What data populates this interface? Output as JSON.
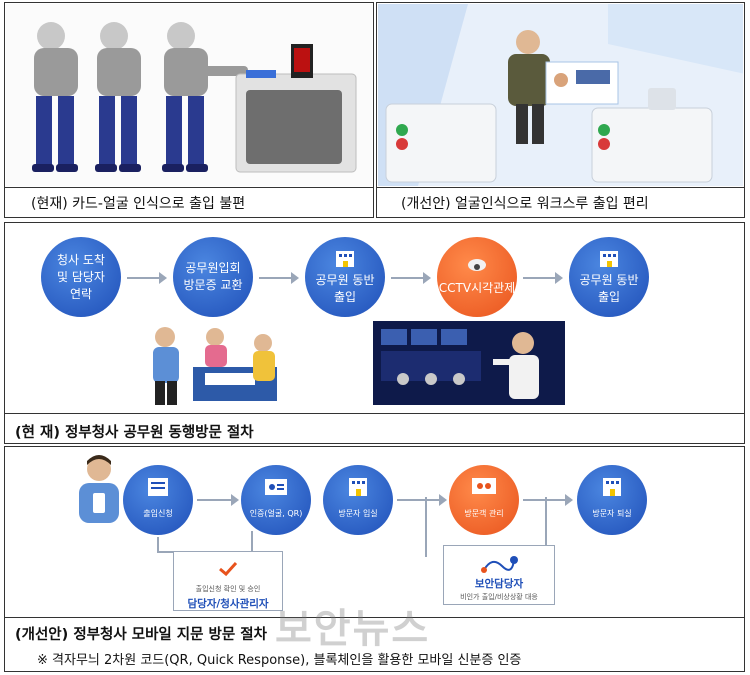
{
  "top": {
    "left_caption": "(현재) 카드-얼굴 인식으로 출입 불편",
    "right_caption": "(개선안) 얼굴인식으로 워크스루 출입 편리"
  },
  "current": {
    "steps": [
      {
        "lines": [
          "청사 도착",
          "및 담당자",
          "연락"
        ]
      },
      {
        "lines": [
          "공무원입회",
          "방문증 교환"
        ]
      },
      {
        "lines": [
          "공무원 동반",
          "출입"
        ]
      },
      {
        "lines": [
          "CCTV시각관제"
        ]
      },
      {
        "lines": [
          "공무원 동반",
          "출입"
        ]
      }
    ],
    "caption": "(현 재) 정부청사 공무원 동행방문 절차"
  },
  "improved": {
    "steps": [
      {
        "label": "출입신청"
      },
      {
        "label": "인증(얼굴, QR)"
      },
      {
        "label": "방문자 입실"
      },
      {
        "label": "방문객 관리"
      },
      {
        "label": "방문자 퇴실"
      }
    ],
    "box_left": {
      "sub": "출입신청 확인 및 승인",
      "title": "담당자/청사관리자"
    },
    "box_right": {
      "sub": "비인가 출입/비상상황 대응",
      "title": "보안담당자"
    },
    "caption": "(개선안) 정부청사 모바일 지문 방문 절차",
    "note": "※ 격자무늬 2차원 코드(QR, Quick Response), 블록체인을 활용한 모바일 신분증 인증"
  },
  "watermark": "보안뉴스",
  "colors": {
    "blue": "#1f4fb8",
    "orange": "#e8531d",
    "arrow": "#9aa6b8"
  }
}
